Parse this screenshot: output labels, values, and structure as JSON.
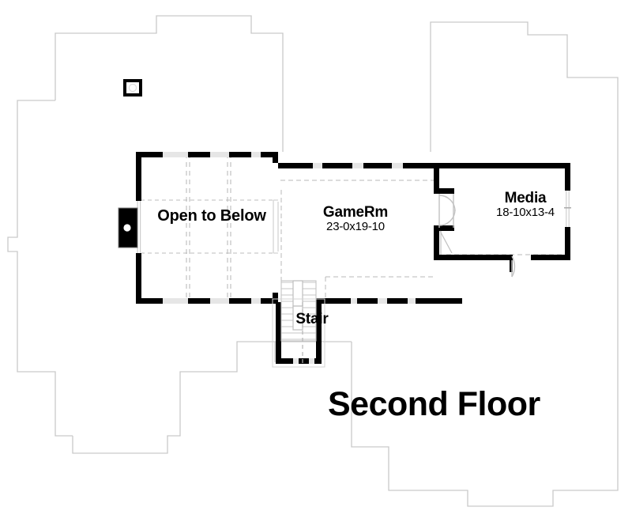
{
  "plan": {
    "title": "Second Floor",
    "colors": {
      "wall": "#000000",
      "ghost_outline": "#c9c9c9",
      "interior_light": "#bfbfbf",
      "dashed": "#9a9a9a",
      "background": "#ffffff"
    },
    "rooms": [
      {
        "id": "open-to-below",
        "name": "Open to Below",
        "dimensions": ""
      },
      {
        "id": "gamerm",
        "name": "GameRm",
        "dimensions": "23-0x19-10"
      },
      {
        "id": "media",
        "name": "Media",
        "dimensions": "18-10x13-4"
      },
      {
        "id": "stair",
        "name": "Stair",
        "dimensions": ""
      }
    ],
    "features": [
      {
        "id": "fireplace",
        "name": "fireplace-icon"
      },
      {
        "id": "chimney",
        "name": "chimney-icon"
      },
      {
        "id": "double-door",
        "name": "door-swing-icon"
      },
      {
        "id": "media-door",
        "name": "door-swing-icon"
      },
      {
        "id": "stair-treads",
        "name": "stair-treads-icon"
      },
      {
        "id": "railing",
        "name": "railing-icon"
      },
      {
        "id": "window-media-right",
        "name": "window-icon"
      },
      {
        "id": "window-open-left",
        "name": "window-icon"
      }
    ]
  }
}
